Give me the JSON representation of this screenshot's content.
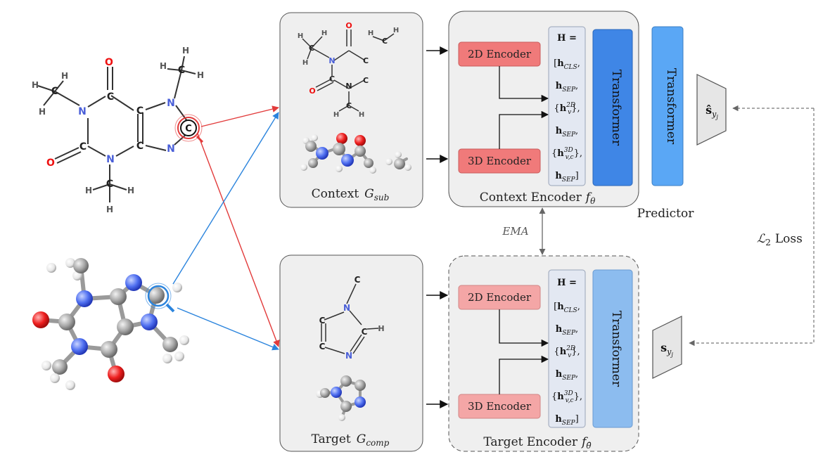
{
  "context_box": {
    "label": "Context",
    "symbol": "G",
    "subscript": "sub"
  },
  "target_box": {
    "label": "Target",
    "symbol": "G",
    "subscript": "comp"
  },
  "context_encoder": {
    "label": "Context Encoder",
    "symbol": "f",
    "subscript": "θ",
    "enc2d": "2D Encoder",
    "enc3d": "3D Encoder",
    "transformer": "Transformer"
  },
  "target_encoder": {
    "label": "Target Encoder",
    "symbol": "f",
    "subscript": "θ̄",
    "enc2d": "2D Encoder",
    "enc3d": "3D Encoder",
    "transformer": "Transformer"
  },
  "token_seq": {
    "h_eq": "H =",
    "lines": [
      {
        "open": "[",
        "base": "h",
        "sub": "CLS",
        "sup": "",
        "close": ","
      },
      {
        "open": "",
        "base": "h",
        "sub": "SEP",
        "sup": "",
        "close": ","
      },
      {
        "open": "{",
        "base": "h",
        "sub": "v",
        "sup": "2D",
        "close": "},"
      },
      {
        "open": "",
        "base": "h",
        "sub": "SEP",
        "sup": "",
        "close": ","
      },
      {
        "open": "{",
        "base": "h",
        "sub": "v,c",
        "sup": "3D",
        "close": "},"
      },
      {
        "open": "",
        "base": "h",
        "sub": "SEP",
        "sup": "",
        "close": "]"
      }
    ]
  },
  "predictor": {
    "label": "Predictor",
    "transformer": "Transformer"
  },
  "outputs": {
    "pred": {
      "base": "ŝ",
      "sub": "y",
      "subsub": "j"
    },
    "target": {
      "base": "s",
      "sub": "y",
      "subsub": "j"
    }
  },
  "ema_label": "EMA",
  "loss_label": {
    "symbol": "ℒ",
    "sub": "2",
    "text": "Loss"
  },
  "molecule_2d_atoms": [
    "O",
    "O",
    "O",
    "N",
    "N",
    "N",
    "N",
    "C",
    "C",
    "C",
    "C",
    "H"
  ],
  "target_fragment_atoms": [
    "C",
    "N",
    "C",
    "C",
    "N",
    "H"
  ],
  "context_fragment_atoms": [
    "O",
    "O",
    "N",
    "N",
    "C",
    "C",
    "H"
  ],
  "colors": {
    "enc_dark": "#f07a7a",
    "enc_light": "#f4a6a6",
    "transformer_dark": "#3f86e6",
    "transformer_light": "#8cbcef",
    "predictor": "#5aa7f5",
    "panel": "#efefef",
    "red_line": "#e23b3b",
    "blue_line": "#2b84dd"
  }
}
